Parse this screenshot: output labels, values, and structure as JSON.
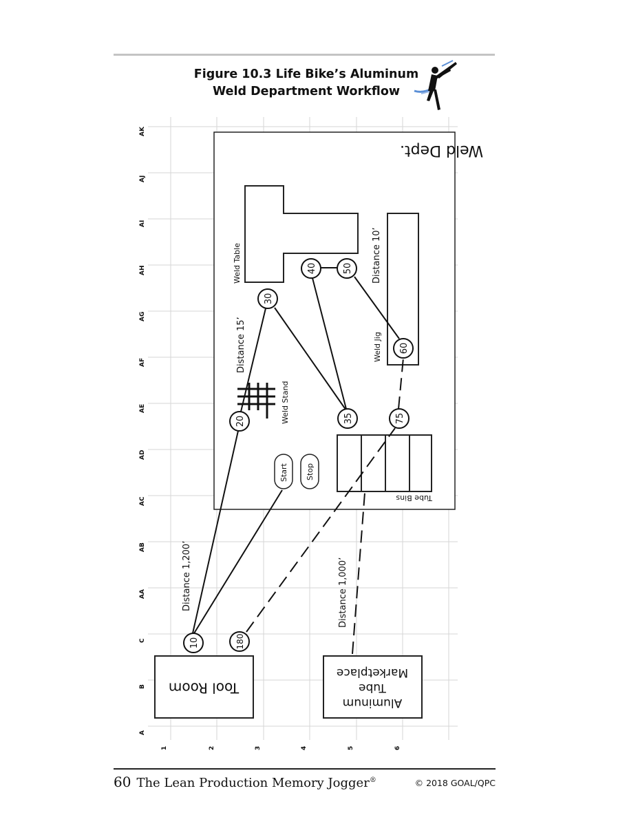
{
  "figure": {
    "title_line1": "Figure 10.3 Life Bike’s Aluminum",
    "title_line2": "Weld Department Workflow"
  },
  "grid": {
    "column_labels": [
      "AK",
      "AJ",
      "AI",
      "AH",
      "AG",
      "AF",
      "AE",
      "AD",
      "AC",
      "AB",
      "AA",
      "C",
      "B",
      "A"
    ],
    "row_labels": [
      "1",
      "2",
      "3",
      "4",
      "5",
      "6"
    ]
  },
  "areas": {
    "weld_dept": "Weld Dept.",
    "tool_room": "Tool Room",
    "marketplace_line1": "Aluminum",
    "marketplace_line2": "Tube",
    "marketplace_line3": "Marketplace",
    "tube_bins": "Tube Bins",
    "weld_table": "Weld Table",
    "weld_jig": "Weld Jig",
    "weld_stand": "Weld Stand"
  },
  "buttons": {
    "start": "Start",
    "stop": "Stop"
  },
  "steps": [
    "10",
    "20",
    "30",
    "35",
    "40",
    "50",
    "60",
    "75",
    "180"
  ],
  "distances": {
    "d1200": "Distance 1,200’",
    "d1000": "Distance 1,000’",
    "d15": "Distance 15’",
    "d10": "Distance 10’"
  },
  "footer": {
    "page_number": "60",
    "book_title": "The Lean Production Memory Jogger",
    "registered": "®",
    "copyright": "© 2018 GOAL/QPC"
  }
}
